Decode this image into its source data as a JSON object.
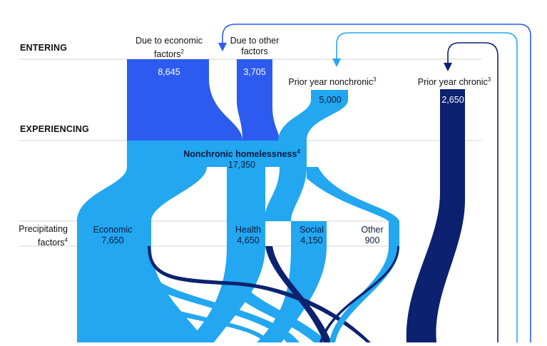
{
  "rows": {
    "entering": "ENTERING",
    "experiencing": "EXPERIENCING",
    "precipitating_line1": "Precipitating",
    "precipitating_line2": "factors",
    "precipitating_sup": "4"
  },
  "entering": [
    {
      "id": "economic",
      "label_line1": "Due to economic",
      "label_line2": "factors",
      "sup": "2",
      "value": "8,645"
    },
    {
      "id": "other",
      "label_line1": "Due to other",
      "label_line2": "factors",
      "sup": "",
      "value": "3,705"
    },
    {
      "id": "prior_nonchronic",
      "label_line1": "Prior year nonchronic",
      "label_line2": "",
      "sup": "3",
      "value": "5,000"
    },
    {
      "id": "prior_chronic",
      "label_line1": "Prior year chronic",
      "label_line2": "",
      "sup": "3",
      "value": "2,650"
    }
  ],
  "experiencing": {
    "label": "Nonchronic homelessness",
    "sup": "4",
    "value": "17,350"
  },
  "precipitating": [
    {
      "id": "economic",
      "label": "Economic",
      "value": "7,650"
    },
    {
      "id": "health",
      "label": "Health",
      "value": "4,650"
    },
    {
      "id": "social",
      "label": "Social",
      "value": "4,150"
    },
    {
      "id": "other",
      "label": "Other",
      "value": "900"
    }
  ],
  "colors": {
    "entering_blue": "#2d5bf0",
    "nonchronic_light": "#22a7f0",
    "chronic_navy": "#0c2170",
    "return_outline": "#2d5bf0",
    "gridline": "#d6d6d6"
  }
}
